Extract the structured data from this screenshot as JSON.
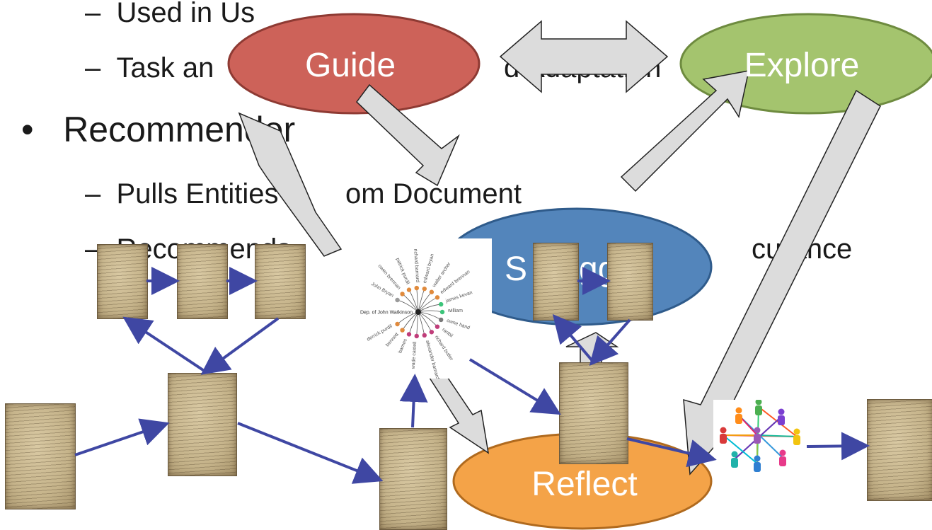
{
  "slide": {
    "bullets": [
      {
        "level": 2,
        "dash": "–",
        "text": "Used in Us"
      },
      {
        "level": 2,
        "dash": "–",
        "text": "Task an"
      },
      {
        "level": 2,
        "dash": "",
        "text": "d Adaptation"
      },
      {
        "level": 1,
        "dash": "•",
        "text": "Recommender"
      },
      {
        "level": 2,
        "dash": "–",
        "text": "Pulls Entities"
      },
      {
        "level": 2,
        "dash": "",
        "text": "om Document"
      },
      {
        "level": 2,
        "dash": "–",
        "text": "Recommends"
      },
      {
        "level": 2,
        "dash": "",
        "text": "curance"
      }
    ]
  },
  "diagram": {
    "nodes": {
      "guide": {
        "label": "Guide",
        "fill": "#cd6259"
      },
      "explore": {
        "label": "Explore",
        "fill": "#a4c46e"
      },
      "suggest": {
        "label": "S",
        "label_tail": "gg",
        "fill": "#5385bb"
      },
      "reflect": {
        "label": "Reflect",
        "fill": "#f4a348"
      }
    },
    "arrow_fill": "#dcdcdc",
    "link_color": "#3f47a3",
    "radial_graph": {
      "center": "Dep. of John Watkinson",
      "labels": [
        "John Bryan",
        "owen brennan",
        "patrick purdil",
        "richard barnard",
        "edward bryan",
        "walter archer",
        "edward brennan",
        "james kevan",
        "william",
        "owne hand",
        "ranbil",
        "richard butler",
        "alexander barnard",
        "wade castell",
        "barnes",
        "bennett",
        "derrick purdil"
      ]
    }
  }
}
